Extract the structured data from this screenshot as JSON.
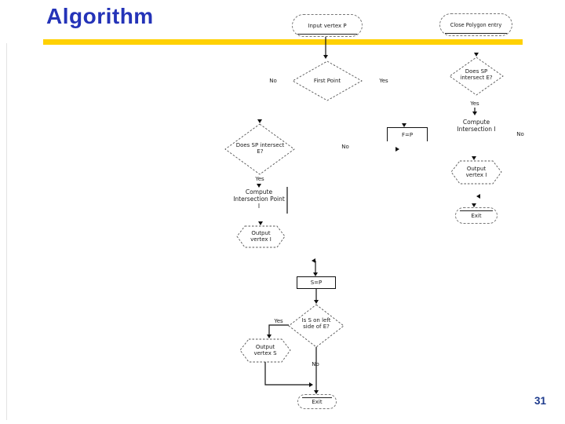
{
  "slide": {
    "title": "Algorithm",
    "page_number": "31",
    "title_color": "#2433b8",
    "divider_color": "#ffd103",
    "page_number_color": "#1d3a8c"
  },
  "flowchart": {
    "input_vertex": "Input vertex P",
    "close_polygon_entry": "Close Polygon entry",
    "first_point": "First Point",
    "does_sp_right": {
      "line1": "Does SP",
      "line2": "intersect E?"
    },
    "compute_right": {
      "line1": "Compute",
      "line2": "Intersection I"
    },
    "fp_assign": "F=P",
    "does_sp_left": {
      "line1": "Does SP intersect",
      "line2": "E?"
    },
    "compute_left": {
      "line1": "Compute",
      "line2": "Intersection Point",
      "line3": "I"
    },
    "output_vertex_i_left": {
      "line1": "Output",
      "line2": "vertex I"
    },
    "output_vertex_i_right": {
      "line1": "Output",
      "line2": "vertex I"
    },
    "exit_right": "Exit",
    "sp_assign": "S=P",
    "s_on_left": {
      "line1": "Is S on left",
      "line2": "side of E?"
    },
    "output_vertex_s": {
      "line1": "Output",
      "line2": "vertex S"
    },
    "exit_bottom": "Exit",
    "labels": {
      "no_first": "No",
      "yes_first": "Yes",
      "yes_right": "Yes",
      "no_right": "No",
      "no_mid": "No",
      "yes_left": "Yes",
      "yes_bottom": "Yes",
      "no_bottom": "No"
    }
  }
}
